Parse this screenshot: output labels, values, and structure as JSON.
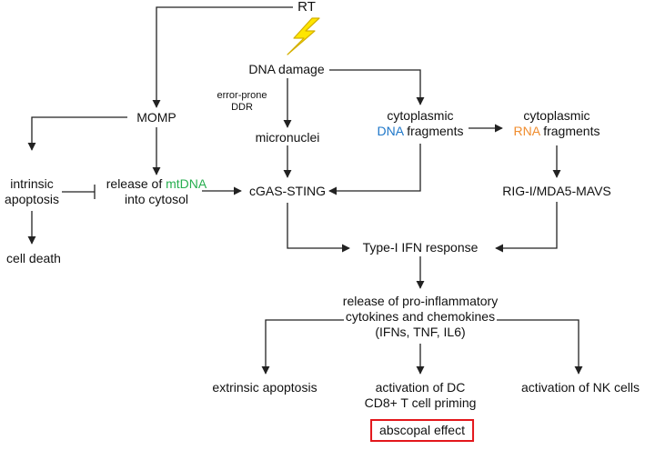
{
  "colors": {
    "text": "#111111",
    "lines": "#222222",
    "mtdna_highlight": "#27ae4f",
    "dna_highlight": "#1f77c9",
    "rna_highlight": "#f08c2d",
    "abscopal_border": "#e3161b",
    "lightning_fill": "#ffe600",
    "lightning_stroke": "#d4b000"
  },
  "icons": {
    "radiation": "lightning-bolt-icon"
  },
  "nodes": {
    "rt": "RT",
    "dna_damage": "DNA damage",
    "ddr_note": {
      "line1": "error-prone",
      "line2": "DDR"
    },
    "momp": "MOMP",
    "micronuclei": "micronuclei",
    "cyto_dna": {
      "line1": "cytoplasmic",
      "hl": "DNA",
      "rest": " fragments"
    },
    "cyto_rna": {
      "line1": "cytoplasmic",
      "hl": "RNA",
      "rest": " fragments"
    },
    "intrinsic_apoptosis": {
      "line1": "intrinsic",
      "line2": "apoptosis"
    },
    "mtdna_release": {
      "pre": "release of ",
      "hl": "mtDNA",
      "line2": "into cytosol"
    },
    "cgas_sting": "cGAS-STING",
    "rig_i": "RIG-I/MDA5-MAVS",
    "cell_death": "cell death",
    "type_i_ifn": "Type-I IFN response",
    "cytokines": {
      "line1": "release of pro-inflammatory",
      "line2": "cytokines and chemokines",
      "line3": "(IFNs, TNF, IL6)"
    },
    "extrinsic_apoptosis": "extrinsic apoptosis",
    "dc_activation": {
      "line1": "activation of DC",
      "line2": "CD8+ T cell priming"
    },
    "nk_activation": "activation of NK cells",
    "abscopal": "abscopal effect"
  }
}
